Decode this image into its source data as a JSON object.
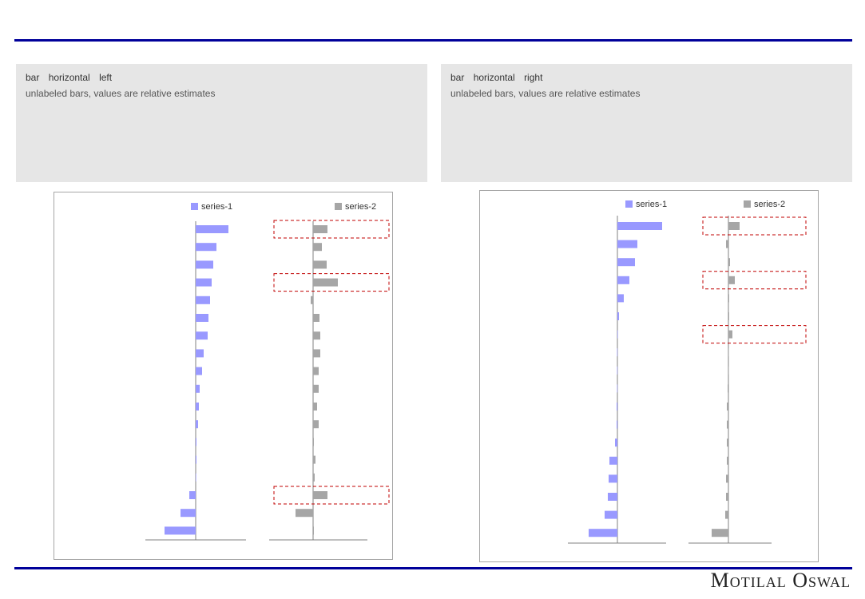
{
  "brand": {
    "logo_text": "Motilal Oswal",
    "rule_color": "#00009a"
  },
  "chart_data": [
    {
      "type": "bar",
      "orientation": "horizontal",
      "panel": "left",
      "note": "unlabeled bars, values are relative estimates",
      "series": [
        {
          "name": "series-1",
          "color": "#9999ff",
          "values": [
            41,
            26,
            22,
            20,
            18,
            16,
            15,
            10,
            8,
            5,
            4,
            3,
            1,
            1,
            0.5,
            -8,
            -19,
            -39
          ]
        },
        {
          "name": "series-2",
          "color": "#a6a6a6",
          "values": [
            18,
            11,
            17,
            31,
            -3,
            8,
            9,
            9,
            7,
            7,
            5,
            7,
            1,
            3,
            2,
            18,
            -22,
            1
          ],
          "highlighted_rows": [
            0,
            3,
            15
          ]
        }
      ]
    },
    {
      "type": "bar",
      "orientation": "horizontal",
      "panel": "right",
      "note": "unlabeled bars, values are relative estimates",
      "series": [
        {
          "name": "series-1",
          "color": "#9999ff",
          "values": [
            56,
            25,
            22,
            15,
            8,
            2,
            0.5,
            -0.5,
            -0.5,
            -0.5,
            -1,
            -1,
            -3,
            -10,
            -11,
            -12,
            -16,
            -36
          ]
        },
        {
          "name": "series-2",
          "color": "#a6a6a6",
          "values": [
            14,
            -3,
            2,
            8,
            1,
            1,
            5,
            0,
            0,
            -1,
            -2,
            -2,
            -2,
            -2,
            -3,
            -3,
            -4,
            -21
          ],
          "highlighted_rows": [
            0,
            3,
            6
          ]
        }
      ]
    }
  ]
}
